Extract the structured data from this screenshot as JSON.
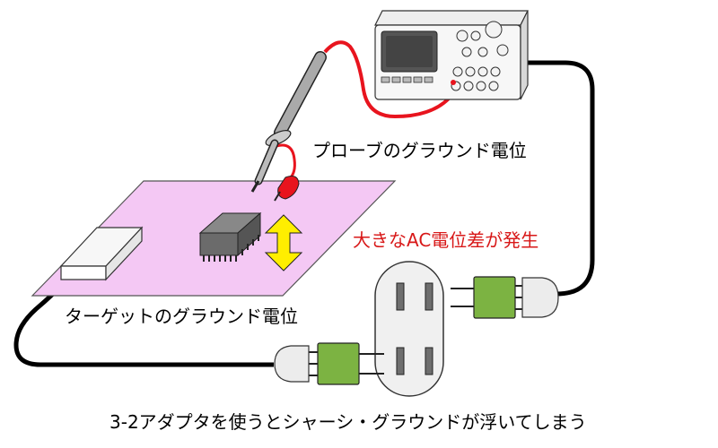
{
  "labels": {
    "probe_ground": "プローブのグラウンド電位",
    "potential_difference": "大きなAC電位差が発生",
    "target_ground": "ターゲットのグラウンド電位",
    "footnote": "3-2アダプタを使うとシャーシ・グラウンドが浮いてしまう"
  },
  "colors": {
    "board": "#f4c8f4",
    "probe_lead": "#e8141e",
    "cable": "#000000",
    "adapter_green": "#7cb342",
    "arrow_yellow": "#ffee00",
    "warning_text": "#d81818",
    "outlet": "#f0f0f0"
  },
  "icons": {
    "scope": "oscilloscope-icon",
    "probe": "probe-icon",
    "chip": "ic-chip-icon",
    "arrow": "double-arrow-icon",
    "outlet": "wall-outlet-icon",
    "plug": "plug-icon",
    "adapter": "three-to-two-adapter-icon"
  }
}
